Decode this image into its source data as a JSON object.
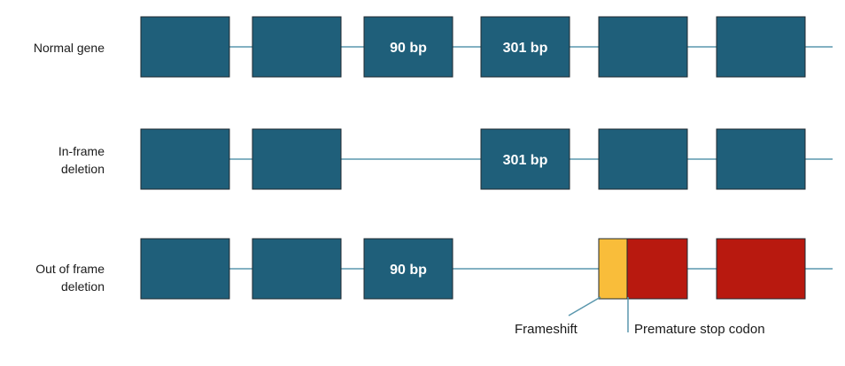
{
  "rows": [
    {
      "label_lines": [
        "Normal gene"
      ],
      "exons": [
        {
          "label": "",
          "color": "#1f5f7a"
        },
        {
          "label": "",
          "color": "#1f5f7a"
        },
        {
          "label": "90 bp",
          "color": "#1f5f7a"
        },
        {
          "label": "301 bp",
          "color": "#1f5f7a"
        },
        {
          "label": "",
          "color": "#1f5f7a"
        },
        {
          "label": "",
          "color": "#1f5f7a"
        }
      ]
    },
    {
      "label_lines": [
        "In-frame",
        "deletion"
      ],
      "exons": [
        {
          "label": "",
          "color": "#1f5f7a"
        },
        {
          "label": "",
          "color": "#1f5f7a"
        },
        null,
        {
          "label": "301 bp",
          "color": "#1f5f7a"
        },
        {
          "label": "",
          "color": "#1f5f7a"
        },
        {
          "label": "",
          "color": "#1f5f7a"
        }
      ]
    },
    {
      "label_lines": [
        "Out of frame",
        "deletion"
      ],
      "exons": [
        {
          "label": "",
          "color": "#1f5f7a"
        },
        {
          "label": "",
          "color": "#1f5f7a"
        },
        {
          "label": "90 bp",
          "color": "#1f5f7a"
        },
        null,
        {
          "label": "",
          "color": "#b8190f",
          "frameshift_color": "#f9bd3a"
        },
        {
          "label": "",
          "color": "#b8190f"
        }
      ]
    }
  ],
  "annotations": {
    "frameshift": "Frameshift",
    "premature_stop": "Premature stop codon"
  },
  "colors": {
    "exon": "#1f5f7a",
    "intron_line": "#5a97ad",
    "frameshift": "#f9bd3a",
    "stop": "#b8190f"
  }
}
